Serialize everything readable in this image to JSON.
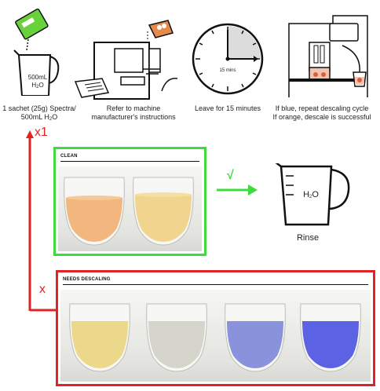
{
  "steps": [
    {
      "icon": "sachet-jug-icon",
      "line1": "1 sachet (25g) Spectra/",
      "line2": "500mL H",
      "line2_sub": "2",
      "line2_end": "O"
    },
    {
      "icon": "machine-manual-icon",
      "line1": "Refer to machine",
      "line2": "manufacturer's instructions"
    },
    {
      "icon": "clock-icon",
      "line1": "Leave for 15 minutes",
      "line2": ""
    },
    {
      "icon": "coffee-machine-icon",
      "line1": "If blue, repeat descaling cycle",
      "line2": "If orange, descale is successful"
    }
  ],
  "jug_label": {
    "volume": "500mL",
    "h": "H",
    "sub": "2",
    "o": "O"
  },
  "clock_label": "15 mins",
  "loop": {
    "label_top": "x1",
    "label_x": "x"
  },
  "clean": {
    "title": "CLEAN",
    "check": "√"
  },
  "rinse": {
    "jug_h": "H",
    "jug_sub": "2",
    "jug_o": "O",
    "label": "Rinse"
  },
  "needs": {
    "title": "NEEDS DESCALING"
  },
  "colors": {
    "green": "#3ddc3d",
    "red": "#e02424",
    "clean_glass_1": "#f2b77f",
    "clean_glass_2": "#f1d48e",
    "desc_glass_1": "#ecd88a",
    "desc_glass_2": "#d5d5cc",
    "desc_glass_3": "#8a92dc",
    "desc_glass_4": "#5b63e4"
  }
}
